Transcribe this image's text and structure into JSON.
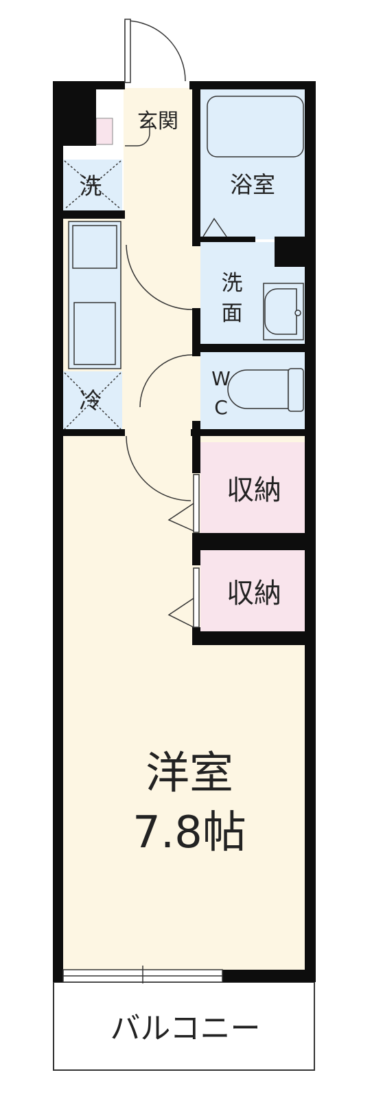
{
  "colors": {
    "wall": "#0d0d0d",
    "floor_beige": "#fdf6e3",
    "floor_blue": "#dfeefa",
    "floor_pink": "#f9e4ec",
    "line": "#333333"
  },
  "rooms": {
    "entrance": "玄関",
    "bathroom": "浴室",
    "washing_machine": "洗",
    "washroom_1": "洗",
    "washroom_2": "面",
    "wc_1": "W",
    "wc_2": "C",
    "fridge": "冷",
    "storage_1": "収納",
    "storage_2": "収納",
    "western_room": "洋室",
    "western_room_size": "7.8帖",
    "balcony": "バルコニー"
  }
}
